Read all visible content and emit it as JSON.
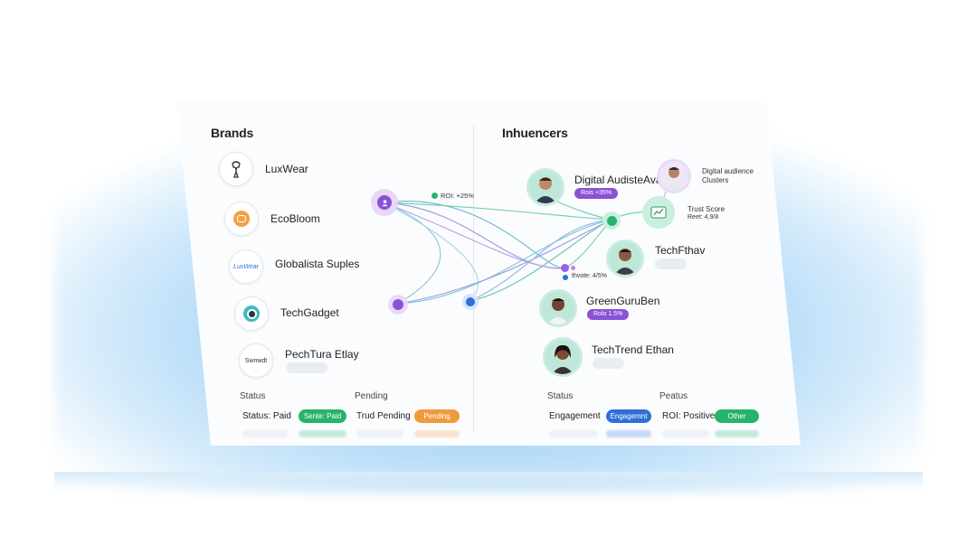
{
  "colors": {
    "accent_purple": "#8a52d6",
    "accent_green": "#27b36b",
    "accent_blue": "#2f6fd6",
    "accent_orange": "#f09a3e",
    "background_glow": "#8cc7f4"
  },
  "brands": {
    "heading": "Brands",
    "items": [
      {
        "name": "LuxWear",
        "icon": "hanger-icon"
      },
      {
        "name": "EcoBloom",
        "icon": "leaf-icon"
      },
      {
        "name": "Globalista Suples",
        "logo_text": "LuxWear",
        "icon": "wordmark-logo"
      },
      {
        "name": "TechGadget",
        "icon": "target-icon"
      },
      {
        "name": "PechTura Etlay",
        "logo_text": "Swnwdt",
        "icon": "wordmark-logo"
      }
    ]
  },
  "influencers": {
    "heading": "Inhuencers",
    "items": [
      {
        "name": "Digital AudisteAva",
        "tag": "Rois +35%"
      },
      {
        "name": "TechFthav",
        "tag": ""
      },
      {
        "name": "GreenGuruBen",
        "tag": "Rolo 1.5%"
      },
      {
        "name": "TechTrend Ethan",
        "tag": ""
      }
    ],
    "cluster_label": "Digital audience Clusters",
    "trust_label": "Trust Score",
    "trust_value": "Reet: 4,9/8"
  },
  "network": {
    "roi_label": "ROI: +25%",
    "roi_label2": "thvote: 4/5%"
  },
  "footer_left": {
    "col1_header": "Status",
    "col2_header": "Pending",
    "status_text": "Status: Paid",
    "status_pill": "Sente: Paid",
    "pending_text": "Trud Pending",
    "pending_pill": "Pending"
  },
  "footer_right": {
    "col1_header": "Status",
    "col2_header": "Peatus",
    "engagement_text": "Engagement",
    "engagement_pill": "Engagemnt",
    "roi_text": "ROI: Positive",
    "roi_pill": "Other"
  }
}
